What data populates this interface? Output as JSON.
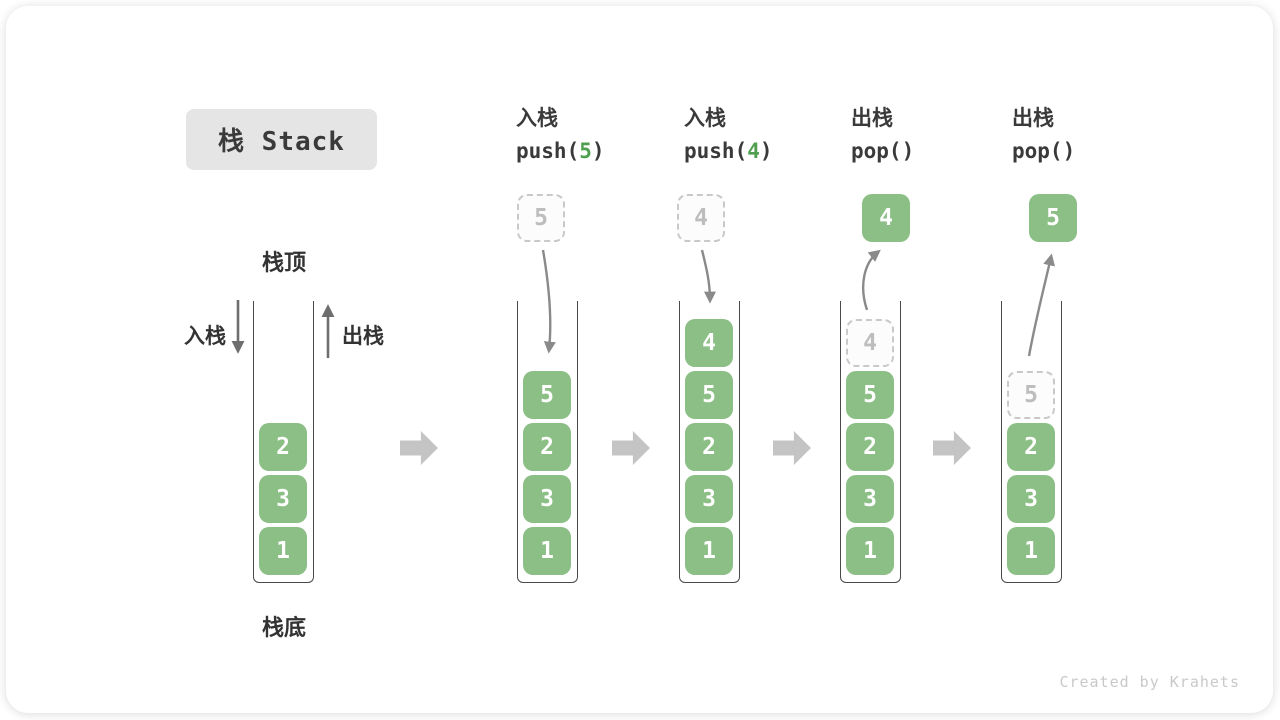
{
  "title": "栈 Stack",
  "watermark": "Created by Krahets",
  "labels": {
    "stack_top": "栈顶",
    "stack_bottom": "栈底",
    "push_side": "入栈",
    "pop_side": "出栈"
  },
  "operations": [
    {
      "label": "入栈",
      "code_prefix": "push(",
      "code_arg": "5",
      "code_suffix": ")"
    },
    {
      "label": "入栈",
      "code_prefix": "push(",
      "code_arg": "4",
      "code_suffix": ")"
    },
    {
      "label": "出栈",
      "code_prefix": "pop(",
      "code_arg": "",
      "code_suffix": ")"
    },
    {
      "label": "出栈",
      "code_prefix": "pop(",
      "code_arg": "",
      "code_suffix": ")"
    }
  ],
  "stacks": [
    {
      "items": [
        "2",
        "3",
        "1"
      ]
    },
    {
      "floating": {
        "value": "5",
        "style": "dashed"
      },
      "items": [
        "5",
        "2",
        "3",
        "1"
      ]
    },
    {
      "floating": {
        "value": "4",
        "style": "dashed"
      },
      "items": [
        "4",
        "5",
        "2",
        "3",
        "1"
      ]
    },
    {
      "floating": {
        "value": "4",
        "style": "solid"
      },
      "ghost": "4",
      "items": [
        "5",
        "2",
        "3",
        "1"
      ]
    },
    {
      "floating": {
        "value": "5",
        "style": "solid"
      },
      "ghost": "5",
      "items": [
        "2",
        "3",
        "1"
      ]
    }
  ],
  "colors": {
    "cell_green": "#8BBF85",
    "code_arg_green": "#509F50",
    "text_dark": "#3A3A3A",
    "ghost_gray": "#C9C9C9",
    "flow_arrow_gray": "#C4C4C4"
  }
}
